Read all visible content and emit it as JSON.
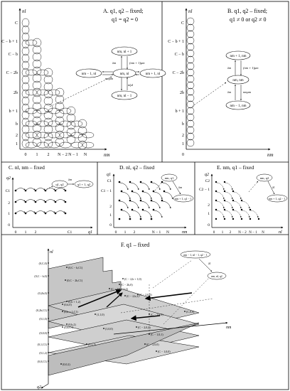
{
  "panels": {
    "A": {
      "title_line1": "A. q1, q2 – fixed;",
      "title_line2": "q1 = q2 = 0",
      "y_axis": "nl",
      "x_axis": "nm",
      "y_ticks": [
        "C",
        "C − b + 1",
        "C − b",
        "C − 2b",
        "2b",
        "b + 1",
        "b",
        "2",
        "1"
      ],
      "x_ticks": [
        "0",
        "1",
        "2",
        "N − 2",
        "N − 1",
        "N"
      ],
      "inset": {
        "top": "nm, nl + 1",
        "left": "nm − 1, nl",
        "center": "nm, nl",
        "right": "nm + 1, nl",
        "bottom": "nm, nl − 1",
        "rate_up": "λm",
        "rate_right": "(nm + 1)μm",
        "rate_down": "nlμl",
        "rate_left": "nmμm"
      }
    },
    "B": {
      "title_line1": "B. q1, q2 – fixed;",
      "title_line2": "q1 ≠ 0 or q2 ≠ 0",
      "y_axis": "nl",
      "x_axis": "nm",
      "y_ticks": [
        "C",
        "C − b + 1",
        "C − b",
        "C − 2b",
        "2b",
        "b + 1",
        "b",
        "2",
        "1"
      ],
      "x_tick": "0",
      "inset": {
        "top": "nm + 1, nm",
        "middle": "nm, nm",
        "bottom": "nm − 1, nm",
        "rate_a": "λm",
        "rate_b": "(nm + 1)μm",
        "rate_c": "λm",
        "rate_d": "nmμm"
      }
    },
    "C": {
      "title": "C. nl, nm – fixed",
      "y_axis": "q2",
      "x_axis": "q1",
      "y_ticks": [
        "C1",
        "2",
        "1",
        "0"
      ],
      "x_ticks": [
        "0",
        "1",
        "2",
        "C1"
      ],
      "inset_left": "q1, q2",
      "inset_right": "q1 + 1, q2",
      "rate": "λm"
    },
    "D": {
      "title": "D. nl, q2 – fixed",
      "y_axis": "q1",
      "x_axis": "nm",
      "y_ticks": [
        "C1",
        "C1 − 1",
        "2",
        "1",
        "0"
      ],
      "x_ticks": [
        "0",
        "1",
        "2",
        "N − 1",
        "N"
      ],
      "inset_top": "nm, q1",
      "inset_bottom": "nm + 1, q1 − 1",
      "rate": "λm"
    },
    "E": {
      "title": "E. nm, q1 – fixed",
      "y_axis": "q2",
      "x_axis": "nl",
      "y_ticks": [
        "C2",
        "C2 − 1",
        "2",
        "1",
        "0"
      ],
      "x_ticks": [
        "0",
        "1",
        "2",
        "N − 2",
        "N − 1",
        "N"
      ],
      "inset_top": "nm, q2",
      "inset_bottom": "nm + 1, q2 − 1",
      "rate": "λl"
    },
    "F": {
      "title": "F. q1 – fixed",
      "axis_nl": "nl",
      "axis_nm": "nm",
      "axis_q2": "q2",
      "points": [
        "(0,C,0)",
        "(0,C − b,0)",
        "(C − 2b,0)",
        "(0,2b,0)",
        "(0,b,0)",
        "(0,1,0)",
        "(0,0,0)",
        "(0,C − b,C1)",
        "(0,C − 2b,C1)",
        "(0,2b,C1)",
        "(0,b + 1,C1)",
        "(0,b,C1)",
        "(0,1,C1)",
        "(0,0,C1)",
        "(0,b + 1,2)",
        "(0,b,2)",
        "(0,1,2)",
        "(0,0,2)",
        "(C − 2,b + 1,2)",
        "(C − 2,b,2)",
        "(C − 2,0,2)",
        "(C − 2,b + 1,0)",
        "(C − 2,b,0)",
        "(C − 2,0,0)",
        "(C − 1,b,0)",
        "(C − 1,0,0)",
        "(C − 1,0,1)",
        "(C,0,0)",
        "(1,1,0)",
        "(1,0,0)",
        "(0,1,1)"
      ],
      "inset_top": "nm − 1, nl − 1, q2 − 1",
      "inset_bottom": "nm, nl, q2",
      "rate": "λl"
    }
  }
}
